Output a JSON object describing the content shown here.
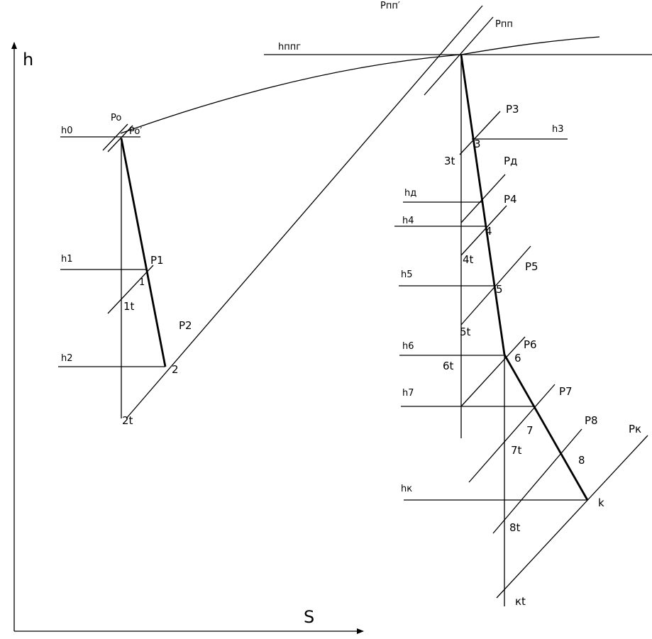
{
  "axes": {
    "y_label": "h",
    "x_label": "S"
  },
  "labels": {
    "Po": "Po",
    "Po_prime": "Po′",
    "Rpp_prime": "Рпп′",
    "Rpp": "Рпп",
    "hppg": "hппг",
    "h0": "h0",
    "h1": "h1",
    "h2": "h2",
    "P1": "P1",
    "n1": "1",
    "n1t": "1t",
    "P2": "P2",
    "n2": "2",
    "n2t": "2t",
    "P3": "P3",
    "n3": "3",
    "n3t": "3t",
    "h3": "h3",
    "Pd": "Pд",
    "hd": "hд",
    "P4": "P4",
    "n4": "4",
    "h4": "h4",
    "n4t": "4t",
    "P5": "P5",
    "n5": "5",
    "h5": "h5",
    "n5t": "5t",
    "P6": "P6",
    "n6": "6",
    "h6": "h6",
    "n6t": "6t",
    "P7": "P7",
    "n7": "7",
    "h7": "h7",
    "n7t": "7t",
    "P8": "P8",
    "n8": "8",
    "n8t": "8t",
    "Pk": "Pк",
    "k": "k",
    "hk": "hк",
    "kt": "кt"
  }
}
